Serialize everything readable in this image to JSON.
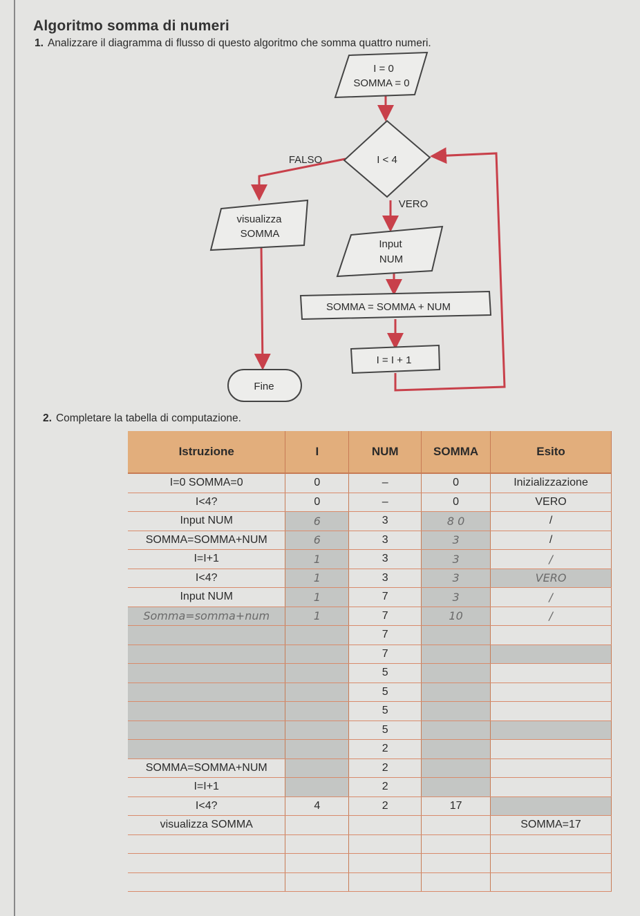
{
  "title": "Algoritmo somma di numeri",
  "question1": {
    "number": "1.",
    "text": "Analizzare il diagramma di flusso di questo algoritmo che somma quattro numeri."
  },
  "question2": {
    "number": "2.",
    "text": "Completare la tabella di computazione."
  },
  "flowchart": {
    "init_line1": "I = 0",
    "init_line2": "SOMMA = 0",
    "condition": "I < 4",
    "false_label": "FALSO",
    "true_label": "VERO",
    "output_line1": "visualizza",
    "output_line2": "SOMMA",
    "input_line1": "Input",
    "input_line2": "NUM",
    "sum_step": "SOMMA = SOMMA + NUM",
    "increment": "I = I + 1",
    "end": "Fine",
    "arrow_color": "#c8404a"
  },
  "table": {
    "headers": [
      "Istruzione",
      "I",
      "NUM",
      "SOMMA",
      "Esito"
    ],
    "rows": [
      [
        "I=0 SOMMA=0",
        "0",
        "–",
        "0",
        "Inizializzazione"
      ],
      [
        "I<4?",
        "0",
        "–",
        "0",
        "VERO"
      ],
      [
        "Input NUM",
        "6",
        "3",
        "8 0",
        "/"
      ],
      [
        "SOMMA=SOMMA+NUM",
        "6",
        "3",
        "3",
        "/"
      ],
      [
        "I=I+1",
        "1",
        "3",
        "3",
        "/"
      ],
      [
        "I<4?",
        "1",
        "3",
        "3",
        "VERO"
      ],
      [
        "Input NUM",
        "1",
        "7",
        "3",
        "/"
      ],
      [
        "Somma=somma+num",
        "1",
        "7",
        "10",
        "/"
      ],
      [
        "",
        "",
        "7",
        "",
        ""
      ],
      [
        "",
        "",
        "7",
        "",
        ""
      ],
      [
        "",
        "",
        "5",
        "",
        ""
      ],
      [
        "",
        "",
        "5",
        "",
        ""
      ],
      [
        "",
        "",
        "5",
        "",
        ""
      ],
      [
        "",
        "",
        "5",
        "",
        ""
      ],
      [
        "",
        "",
        "2",
        "",
        ""
      ],
      [
        "SOMMA=SOMMA+NUM",
        "",
        "2",
        "",
        ""
      ],
      [
        "I=I+1",
        "",
        "2",
        "",
        ""
      ],
      [
        "I<4?",
        "4",
        "2",
        "17",
        ""
      ],
      [
        "visualizza SOMMA",
        "",
        "",
        "",
        "SOMMA=17"
      ],
      [
        "",
        "",
        "",
        "",
        ""
      ],
      [
        "",
        "",
        "",
        "",
        ""
      ],
      [
        "",
        "",
        "",
        "",
        ""
      ]
    ]
  }
}
